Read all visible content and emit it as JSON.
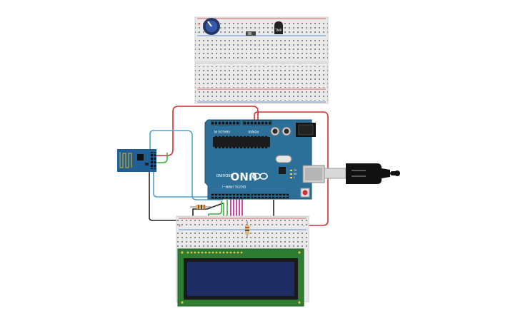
{
  "canvas": {
    "background": "#ffffff"
  },
  "arduino": {
    "board_name": "UNO",
    "brand": "ARDUINO",
    "header_power": "POWER",
    "header_analog": "ANALOG IN",
    "header_digital": "DIGITAL (PWM~)",
    "led_tx": "TX",
    "led_rx": "RX",
    "led_l": "L",
    "color": "#2c6f98"
  },
  "top_breadboard": {
    "sensor_label": "TMP",
    "power_rail_plus": "+",
    "power_rail_minus": "-"
  },
  "bottom_breadboard": {
    "power_rail_plus": "+",
    "power_rail_minus": "-"
  },
  "lcd": {
    "screen_text": "",
    "color": "#2e7d32"
  },
  "wires": {
    "red": "#d32f2f",
    "black": "#222222",
    "blue": "#4aa3d6",
    "green": "#3fae3f",
    "magenta": "#c2188a"
  },
  "usb_cable": {
    "color": "#222222"
  }
}
